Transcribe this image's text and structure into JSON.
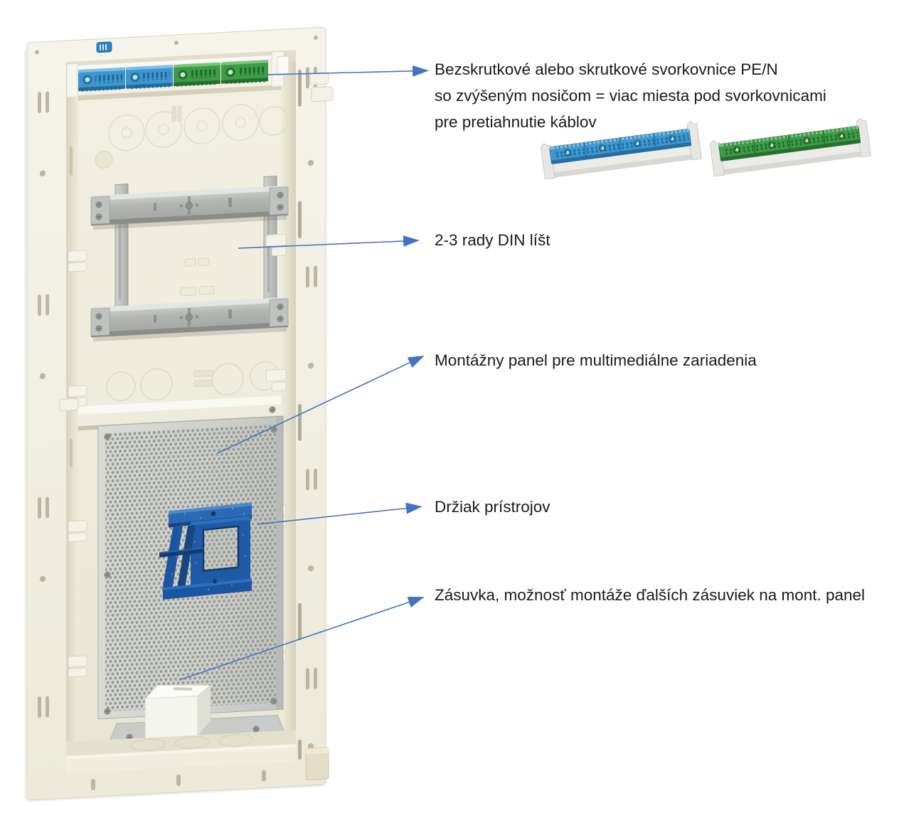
{
  "colors": {
    "accent": "#4472c4",
    "text": "#1a1a1a",
    "terminal-blue": "#3e97d3",
    "terminal-blue-dark": "#256e9e",
    "terminal-blue-light": "#79c0e8",
    "terminal-green": "#3d9c46",
    "terminal-green-dark": "#276f30",
    "terminal-green-light": "#78c481",
    "holder-blue": "#1e5aa6",
    "enclosure-cream": "#f1eee2",
    "rail-grey": "#b3b5b2"
  },
  "annotations": [
    {
      "id": "terminals",
      "lines": [
        "Bezskrutkové alebo skrutkové svorkovnice PE/N",
        "so zvýšeným nosičom = viac miesta pod svorkovnicami",
        "pre pretiahnutie káblov"
      ]
    },
    {
      "id": "din-rails",
      "lines": [
        "2-3 rady DIN líšt"
      ]
    },
    {
      "id": "mounting-panel",
      "lines": [
        "Montážny panel pre multimediálne zariadenia"
      ]
    },
    {
      "id": "device-holder",
      "lines": [
        "Držiak prístrojov"
      ]
    },
    {
      "id": "socket",
      "lines": [
        "Zásuvka, možnosť montáže ďalších zásuviek na mont. panel"
      ]
    }
  ]
}
